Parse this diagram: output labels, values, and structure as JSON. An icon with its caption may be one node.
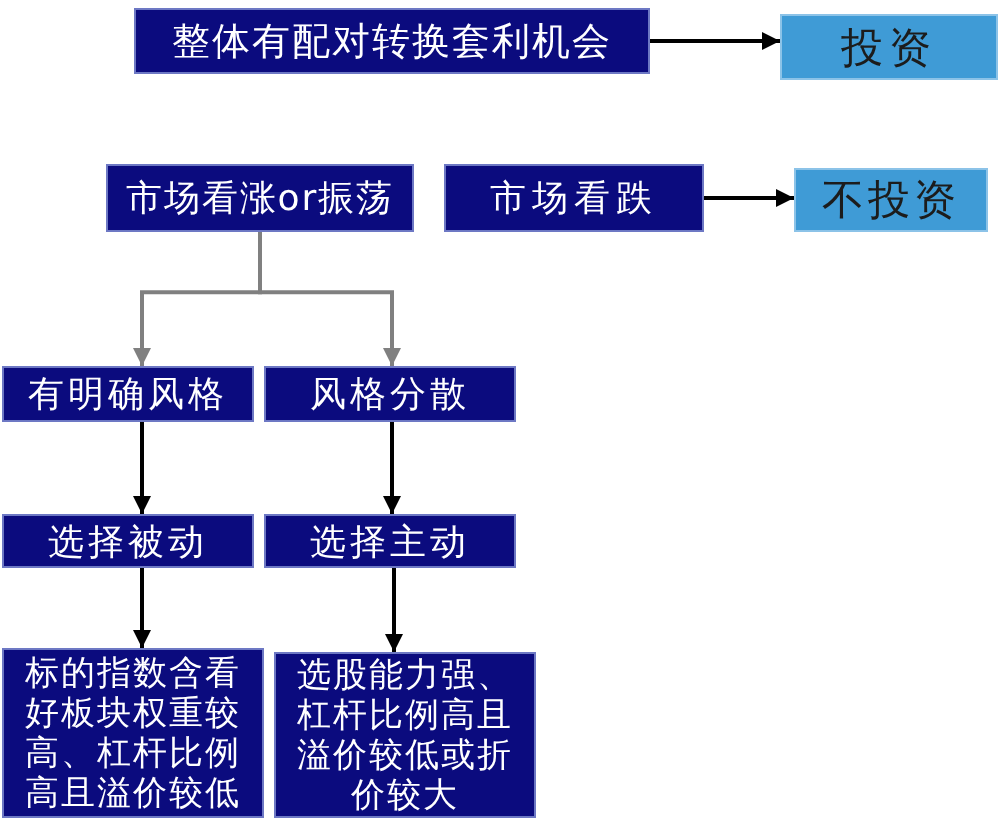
{
  "diagram": {
    "nodes": [
      {
        "text": [
          "整体有配对转换套利机会"
        ]
      },
      {
        "text": [
          "投资"
        ]
      },
      {
        "text": [
          "市场看涨or振荡"
        ]
      },
      {
        "text": [
          "市场看跌"
        ]
      },
      {
        "text": [
          "不投资"
        ]
      },
      {
        "text": [
          "有明确风格"
        ]
      },
      {
        "text": [
          "风格分散"
        ]
      },
      {
        "text": [
          "选择被动"
        ]
      },
      {
        "text": [
          "选择主动"
        ]
      },
      {
        "text": [
          "标的指数含看好板块权重较高、杠杆比例高且溢价较低"
        ]
      },
      {
        "text": [
          "选股能力强、杠杆比例高且溢价较低或折价较大"
        ]
      }
    ],
    "edges": [
      {
        "from": 0,
        "to": 1,
        "arrow": "to"
      },
      {
        "from": 3,
        "to": 4,
        "arrow": "to"
      },
      {
        "from": 2,
        "to": 5,
        "arrow": "to",
        "color": "#808080"
      },
      {
        "from": 2,
        "to": 6,
        "arrow": "to",
        "color": "#808080"
      },
      {
        "from": 5,
        "to": 7,
        "arrow": "to"
      },
      {
        "from": 6,
        "to": 8,
        "arrow": "to"
      },
      {
        "from": 7,
        "to": 9,
        "arrow": "to"
      },
      {
        "from": 8,
        "to": 10,
        "arrow": "to"
      }
    ]
  }
}
